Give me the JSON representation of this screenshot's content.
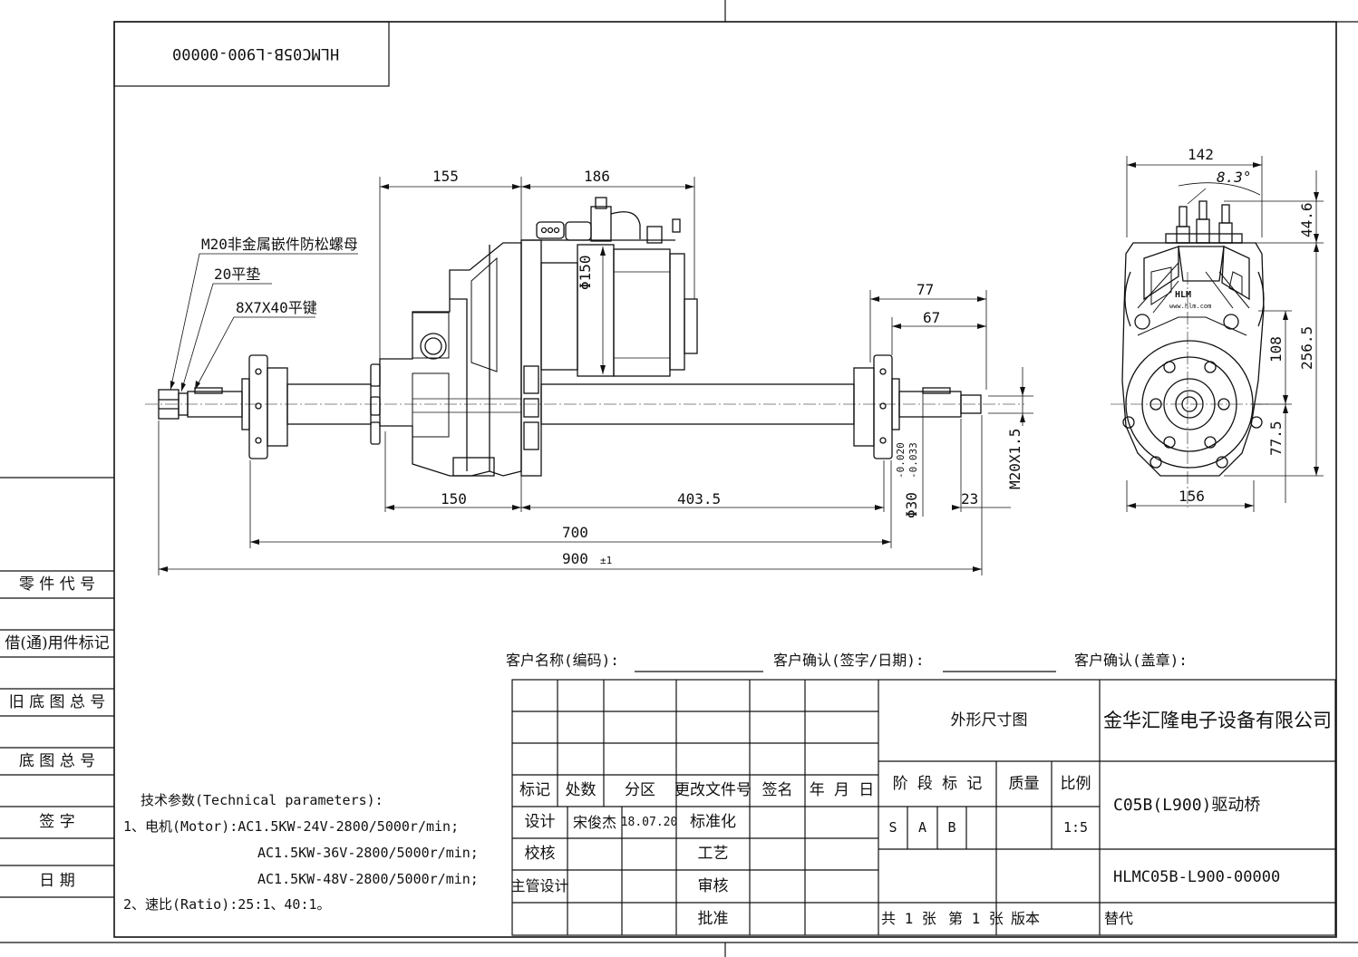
{
  "stamp_code": "HLMC05B-L900-00000",
  "dimensions": {
    "d155": "155",
    "d186": "186",
    "d150_dia": "Φ150",
    "d77": "77",
    "d67": "67",
    "d150": "150",
    "d403_5": "403.5",
    "d700": "700",
    "d900": "900",
    "d900_tol": "±1",
    "d23": "23",
    "d30_dia": "Φ30",
    "d30_tol_upper": "-0.020",
    "d30_tol_lower": "-0.033",
    "m20x1_5": "M20X1.5",
    "d142": "142",
    "angle": "8.3°",
    "d44_6": "44.6",
    "d108": "108",
    "d256_5": "256.5",
    "d77_5": "77.5",
    "d156": "156"
  },
  "callouts": {
    "nut": "M20非金属嵌件防松螺母",
    "washer": "20平垫",
    "key": "8X7X40平键"
  },
  "logo_text": "HLM",
  "logo_url_text": "www.hlm.com",
  "left_strip": {
    "part_code": "零 件 代 号",
    "borrowed": "借(通)用件标记",
    "old_drawing": "旧 底 图 总 号",
    "base_drawing": "底 图 总 号",
    "signature": "签  字",
    "date": "日  期"
  },
  "tech": {
    "title": "技术参数(Technical parameters):",
    "motor_line1": "1、电机(Motor):AC1.5KW-24V-2800/5000r/min;",
    "motor_line2": "AC1.5KW-36V-2800/5000r/min;",
    "motor_line3": "AC1.5KW-48V-2800/5000r/min;",
    "ratio": "2、速比(Ratio):25:1、40:1。"
  },
  "customer": {
    "name": "客户名称(编码):",
    "confirm_sign": "客户确认(签字/日期):",
    "confirm_seal": "客户确认(盖章):"
  },
  "title_block": {
    "mark": "标记",
    "count": "处数",
    "zone": "分区",
    "change_doc": "更改文件号",
    "sign": "签名",
    "ymd": "年 月 日",
    "design": "设计",
    "designer": "宋俊杰",
    "design_date": "18.07.20",
    "standardize": "标准化",
    "check": "校核",
    "process": "工艺",
    "chief_design": "主管设计",
    "review": "审核",
    "approve": "批准",
    "drawing_type": "外形尺寸图",
    "company": "金华汇隆电子设备有限公司",
    "stage_mark": "阶 段 标 记",
    "mass": "质量",
    "scale": "比例",
    "stage_s": "S",
    "stage_a": "A",
    "stage_b": "B",
    "scale_value": "1:5",
    "product_name": "C05B(L900)驱动桥",
    "drawing_no": "HLMC05B-L900-00000",
    "sheets_total": "共 1 张",
    "sheet_no": "第 1 张",
    "version": "版本",
    "replace": "替代"
  }
}
